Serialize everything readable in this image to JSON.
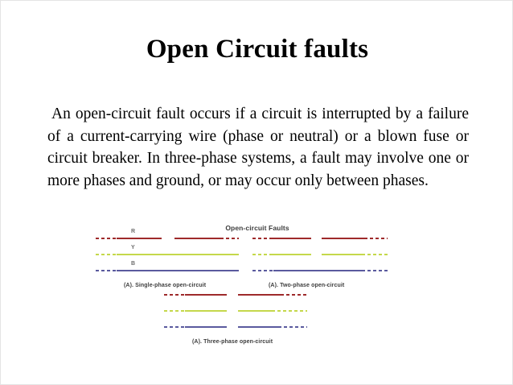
{
  "slide": {
    "title": "Open Circuit faults",
    "background_color": "#ffffff",
    "body_paragraph": "An open-circuit fault occurs if a circuit is interrupted by a failure of a current-carrying wire (phase or neutral) or a blown fuse or circuit breaker. In three-phase systems, a fault may involve one or more phases and ground, or may occur only between phases."
  },
  "figure": {
    "heading": "Open-circuit Faults",
    "phase_labels": {
      "r": "R",
      "y": "Y",
      "b": "B"
    },
    "colors": {
      "phase_r": "#9e2a2b",
      "phase_y": "#c5d84b",
      "phase_b": "#5a5a9e",
      "label": "#6d6d6d",
      "caption": "#3d3d3d"
    },
    "diagrams": [
      {
        "id": "single-phase",
        "caption": "(A). Single-phase open-circuit",
        "phases": [
          {
            "name": "R",
            "broken": true,
            "color": "#9e2a2b"
          },
          {
            "name": "Y",
            "broken": false,
            "color": "#c5d84b"
          },
          {
            "name": "B",
            "broken": false,
            "color": "#5a5a9e"
          }
        ]
      },
      {
        "id": "two-phase",
        "caption": "(A). Two-phase open-circuit",
        "phases": [
          {
            "name": "R",
            "broken": true,
            "color": "#9e2a2b"
          },
          {
            "name": "Y",
            "broken": true,
            "color": "#c5d84b"
          },
          {
            "name": "B",
            "broken": false,
            "color": "#5a5a9e"
          }
        ]
      },
      {
        "id": "three-phase",
        "caption": "(A). Three-phase open-circuit",
        "phases": [
          {
            "name": "R",
            "broken": true,
            "color": "#9e2a2b"
          },
          {
            "name": "Y",
            "broken": true,
            "color": "#c5d84b"
          },
          {
            "name": "B",
            "broken": true,
            "color": "#5a5a9e"
          }
        ]
      }
    ]
  }
}
